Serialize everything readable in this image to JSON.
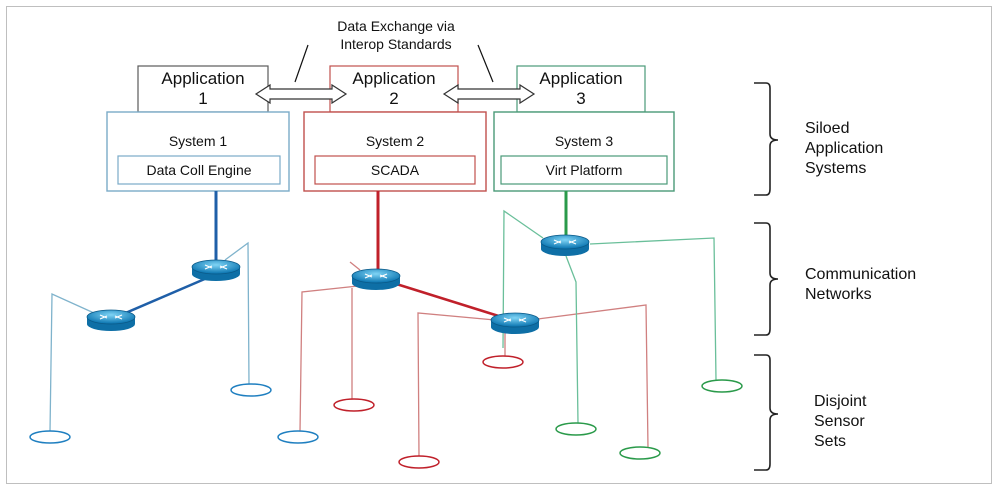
{
  "header": {
    "line1": "Data Exchange via",
    "line2": "Interop Standards"
  },
  "applications": [
    {
      "line1": "Application",
      "line2": "1",
      "color": "#5a5a5a"
    },
    {
      "line1": "Application",
      "line2": "2",
      "color": "#c0504d"
    },
    {
      "line1": "Application",
      "line2": "3",
      "color": "#4a9a78"
    }
  ],
  "systems": [
    {
      "title": "System 1",
      "component": "Data Coll Engine",
      "color": "#7aaac8"
    },
    {
      "title": "System 2",
      "component": "SCADA",
      "color": "#c0504d"
    },
    {
      "title": "System 3",
      "component": "Virt Platform",
      "color": "#4a9a78"
    }
  ],
  "layers": [
    {
      "lines": [
        "Siloed",
        "Application",
        "Systems"
      ]
    },
    {
      "lines": [
        "Communication",
        "Networks"
      ]
    },
    {
      "lines": [
        "Disjoint",
        "Sensor",
        "Sets"
      ]
    }
  ],
  "colors": {
    "net1_link": "#1f5fa8",
    "net1_sensor": "#7fb3cc",
    "net2_link": "#c0202a",
    "net2_sensor": "#d08080",
    "net3_link": "#2a9a4a",
    "net3_sensor": "#6abf9a",
    "router": "#1a8fc4"
  }
}
